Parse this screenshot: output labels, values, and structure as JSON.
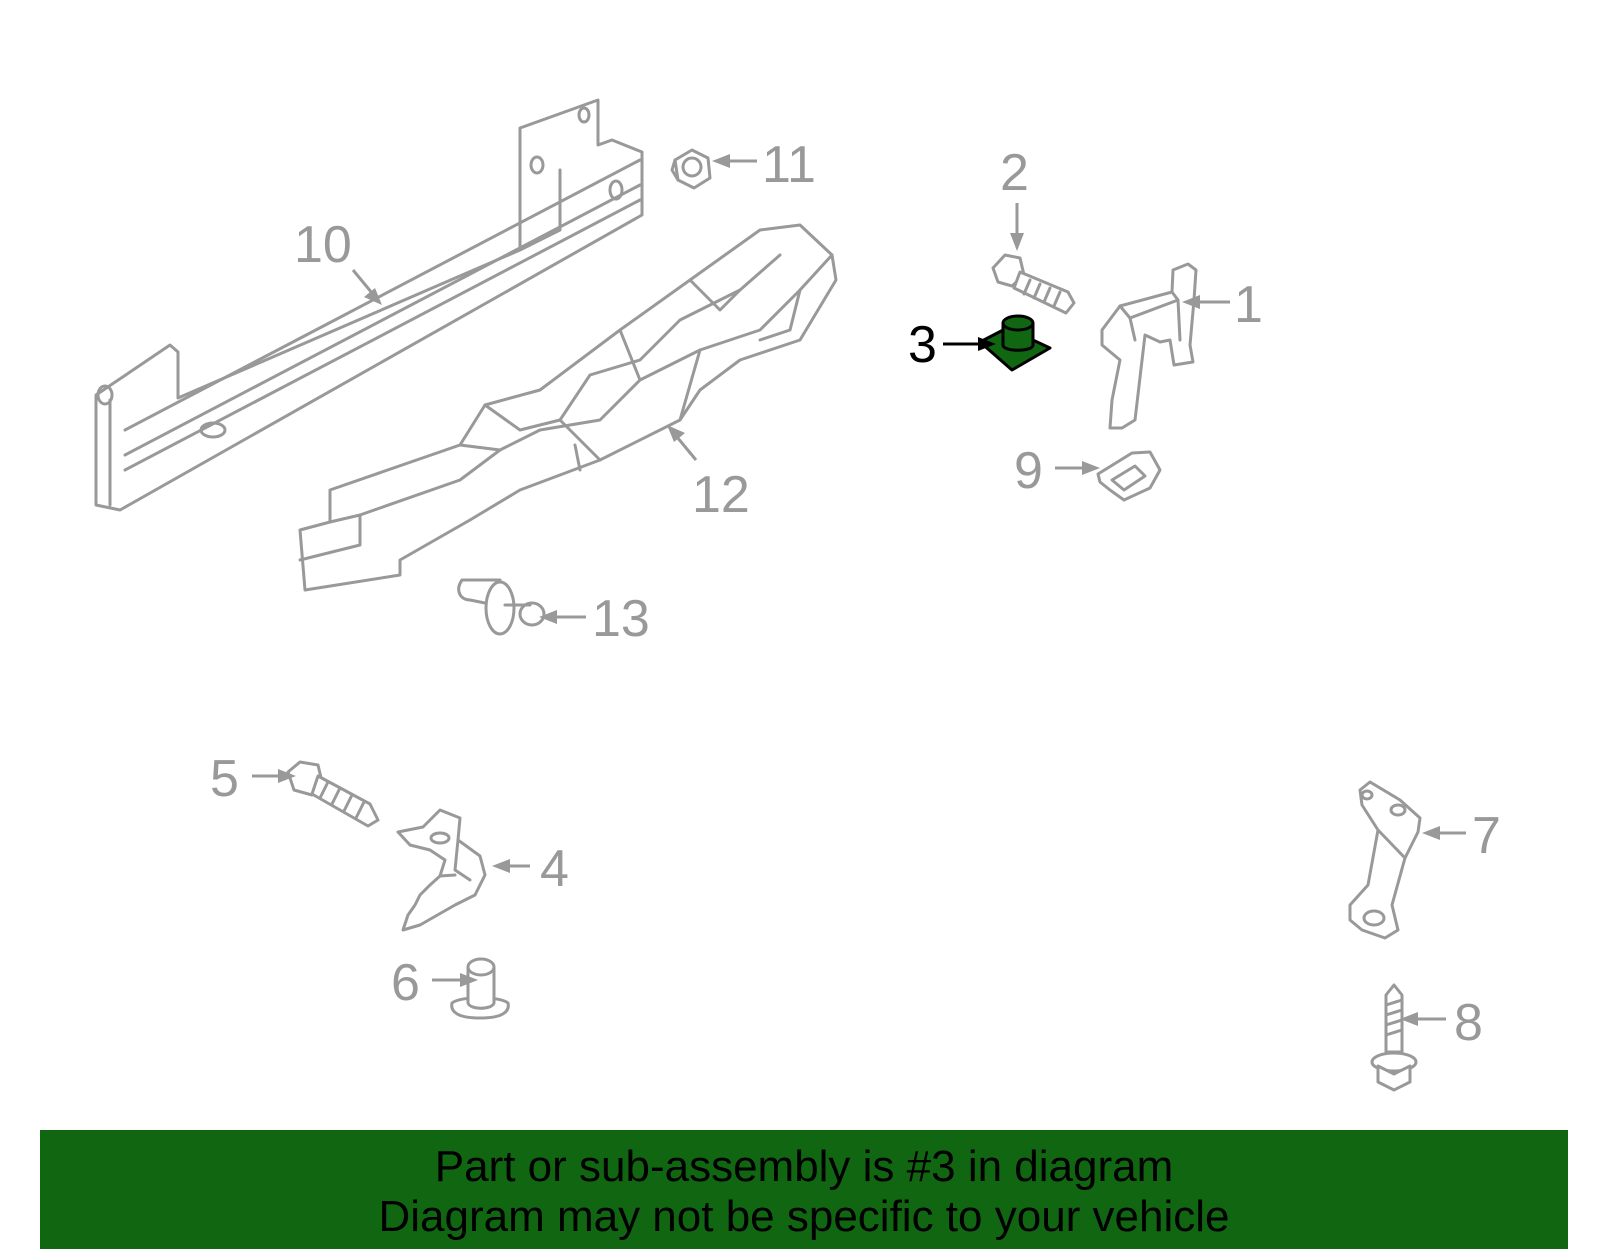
{
  "diagram": {
    "highlight_color": "#116611",
    "outline_color": "#999999",
    "callouts": {
      "c1": "1",
      "c2": "2",
      "c3": "3",
      "c4": "4",
      "c5": "5",
      "c6": "6",
      "c7": "7",
      "c8": "8",
      "c9": "9",
      "c10": "10",
      "c11": "11",
      "c12": "12",
      "c13": "13"
    },
    "highlighted_callout": "3"
  },
  "banner": {
    "line1": "Part or sub-assembly is #3 in diagram",
    "line2": "Diagram may not be specific to your vehicle",
    "background": "#116611"
  }
}
